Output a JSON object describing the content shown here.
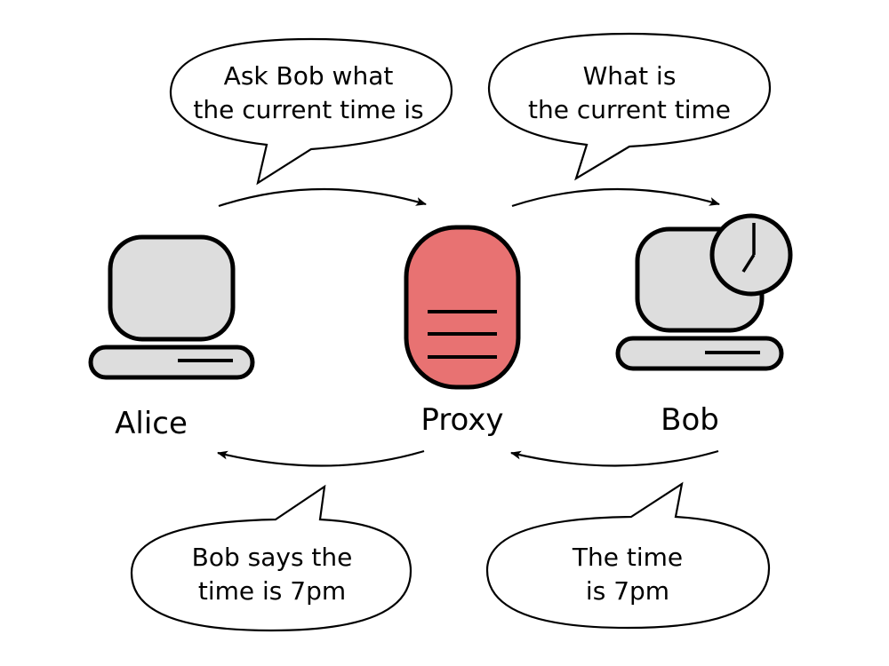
{
  "colors": {
    "computer_fill": "#dddddd",
    "proxy_fill": "#e87272",
    "stroke": "#000000",
    "bubble_fill": "#ffffff"
  },
  "nodes": {
    "alice": {
      "label": "Alice",
      "icon": "computer-icon"
    },
    "proxy": {
      "label": "Proxy",
      "icon": "server-icon"
    },
    "bob": {
      "label": "Bob",
      "icon": "computer-with-clock-icon"
    }
  },
  "bubbles": {
    "alice_to_proxy": {
      "lines": [
        "Ask Bob what",
        "the current time is"
      ]
    },
    "proxy_to_bob": {
      "lines": [
        "What is",
        "the current time"
      ]
    },
    "proxy_to_alice": {
      "lines": [
        "Bob says the",
        "time is 7pm"
      ]
    },
    "bob_to_proxy": {
      "lines": [
        "The time",
        "is 7pm"
      ]
    }
  }
}
